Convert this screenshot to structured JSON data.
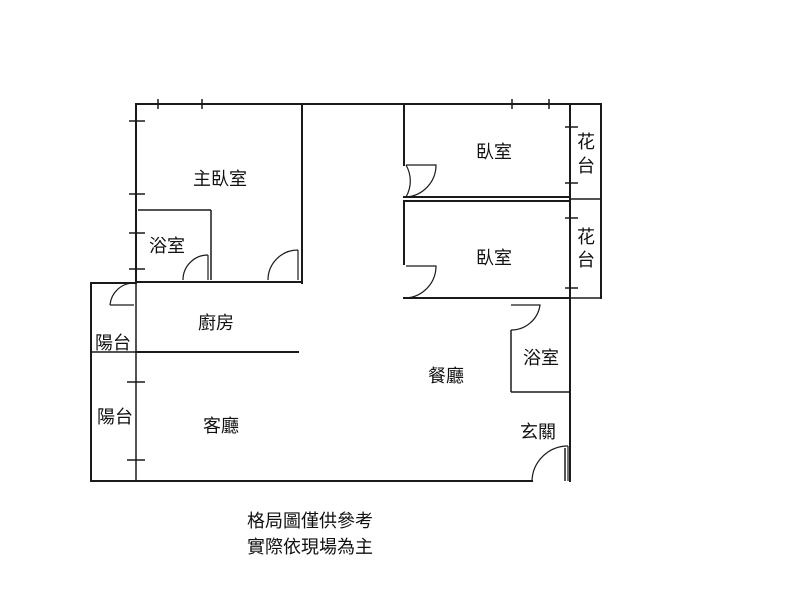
{
  "rooms": {
    "master_bedroom": "主臥室",
    "bedroom_1": "臥室",
    "bedroom_2": "臥室",
    "planter_1": [
      "花",
      "台"
    ],
    "planter_2": [
      "花",
      "台"
    ],
    "master_bath": "浴室",
    "kitchen": "廚房",
    "balcony_1": "陽台",
    "balcony_2": "陽台",
    "dining_room": "餐廳",
    "bathroom": "浴室",
    "living_room": "客廳",
    "entrance": "玄關"
  },
  "notes": {
    "line1": "格局圖僅供參考",
    "line2": "實際依現場為主"
  }
}
